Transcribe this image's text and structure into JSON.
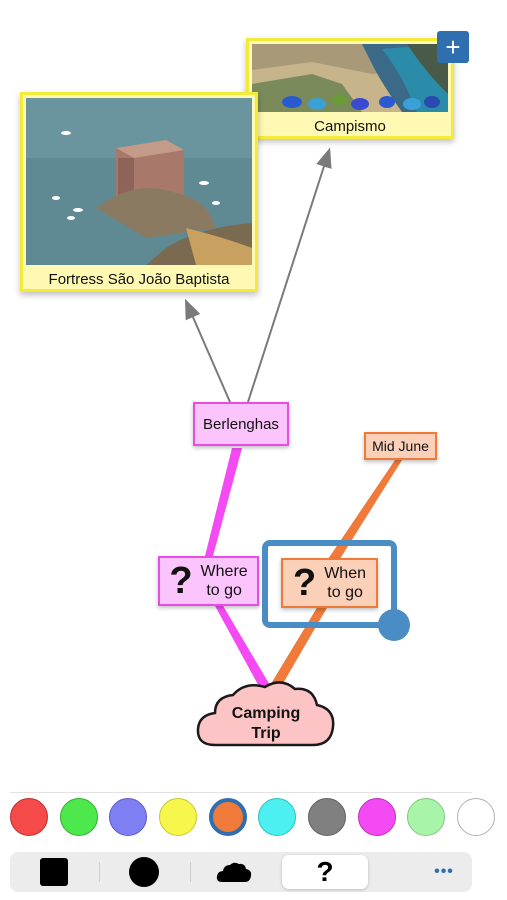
{
  "nodes": {
    "campismo": {
      "caption": "Campismo"
    },
    "fortress": {
      "caption": "Fortress São João Baptista"
    },
    "berlenghas": {
      "label": "Berlenghas"
    },
    "mid_june": {
      "label": "Mid June"
    },
    "where_to_go": {
      "mark": "?",
      "line1": "Where",
      "line2": "to go"
    },
    "when_to_go": {
      "mark": "?",
      "line1": "When",
      "line2": "to go"
    },
    "camping_trip": {
      "line1": "Camping",
      "line2": "Trip"
    }
  },
  "add_button": {
    "icon": "plus-icon",
    "symbol": "+"
  },
  "palette": {
    "colors": [
      "#f44a4a",
      "#4ce84c",
      "#7f7ff4",
      "#f6f64c",
      "#f07a3a",
      "#4cf0f0",
      "#808080",
      "#f44af4",
      "#a8f4a8",
      "#ffffff"
    ],
    "selected": "#f07a3a"
  },
  "toolbar": {
    "shapes": [
      "square-icon",
      "circle-icon",
      "cloud-icon",
      "question-icon"
    ],
    "question_symbol": "?",
    "selected": "question-icon",
    "more": "•••"
  },
  "colors": {
    "pink_branch": "#f44af4",
    "orange_branch": "#f07a3a",
    "selection": "#4a8cc4",
    "arrow": "#7a7a7a"
  }
}
